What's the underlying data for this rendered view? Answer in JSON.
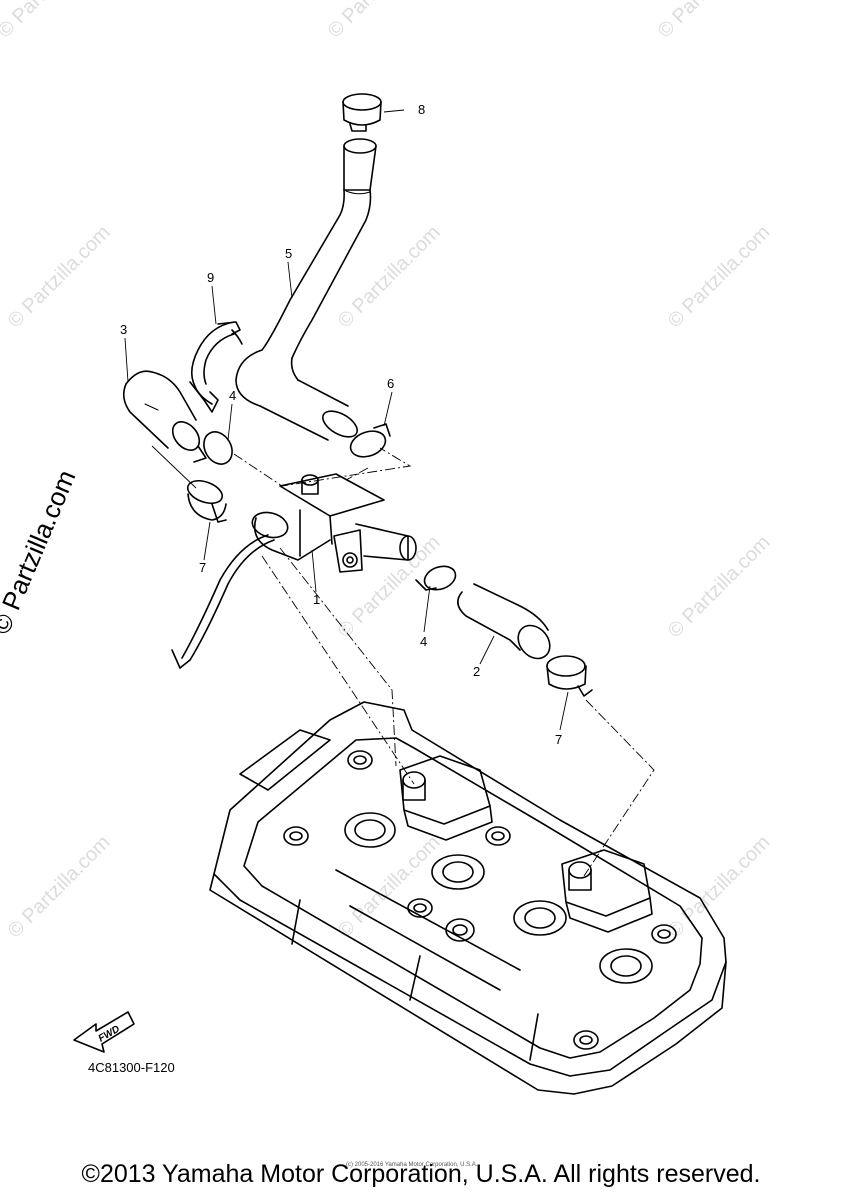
{
  "watermark": {
    "text": "© Partzilla.com",
    "primary_text": "© Partzilla.com"
  },
  "callouts": [
    "1",
    "2",
    "3",
    "4",
    "4",
    "5",
    "6",
    "7",
    "7",
    "8",
    "9"
  ],
  "fwd_label": "FWD",
  "part_number": "4C81300-F120",
  "tiny_notice": "(c) 2005-2016 Yamaha Motor Corporation, U.S.A.",
  "copyright": "©2013 Yamaha Motor Corporation, U.S.A. All rights reserved."
}
